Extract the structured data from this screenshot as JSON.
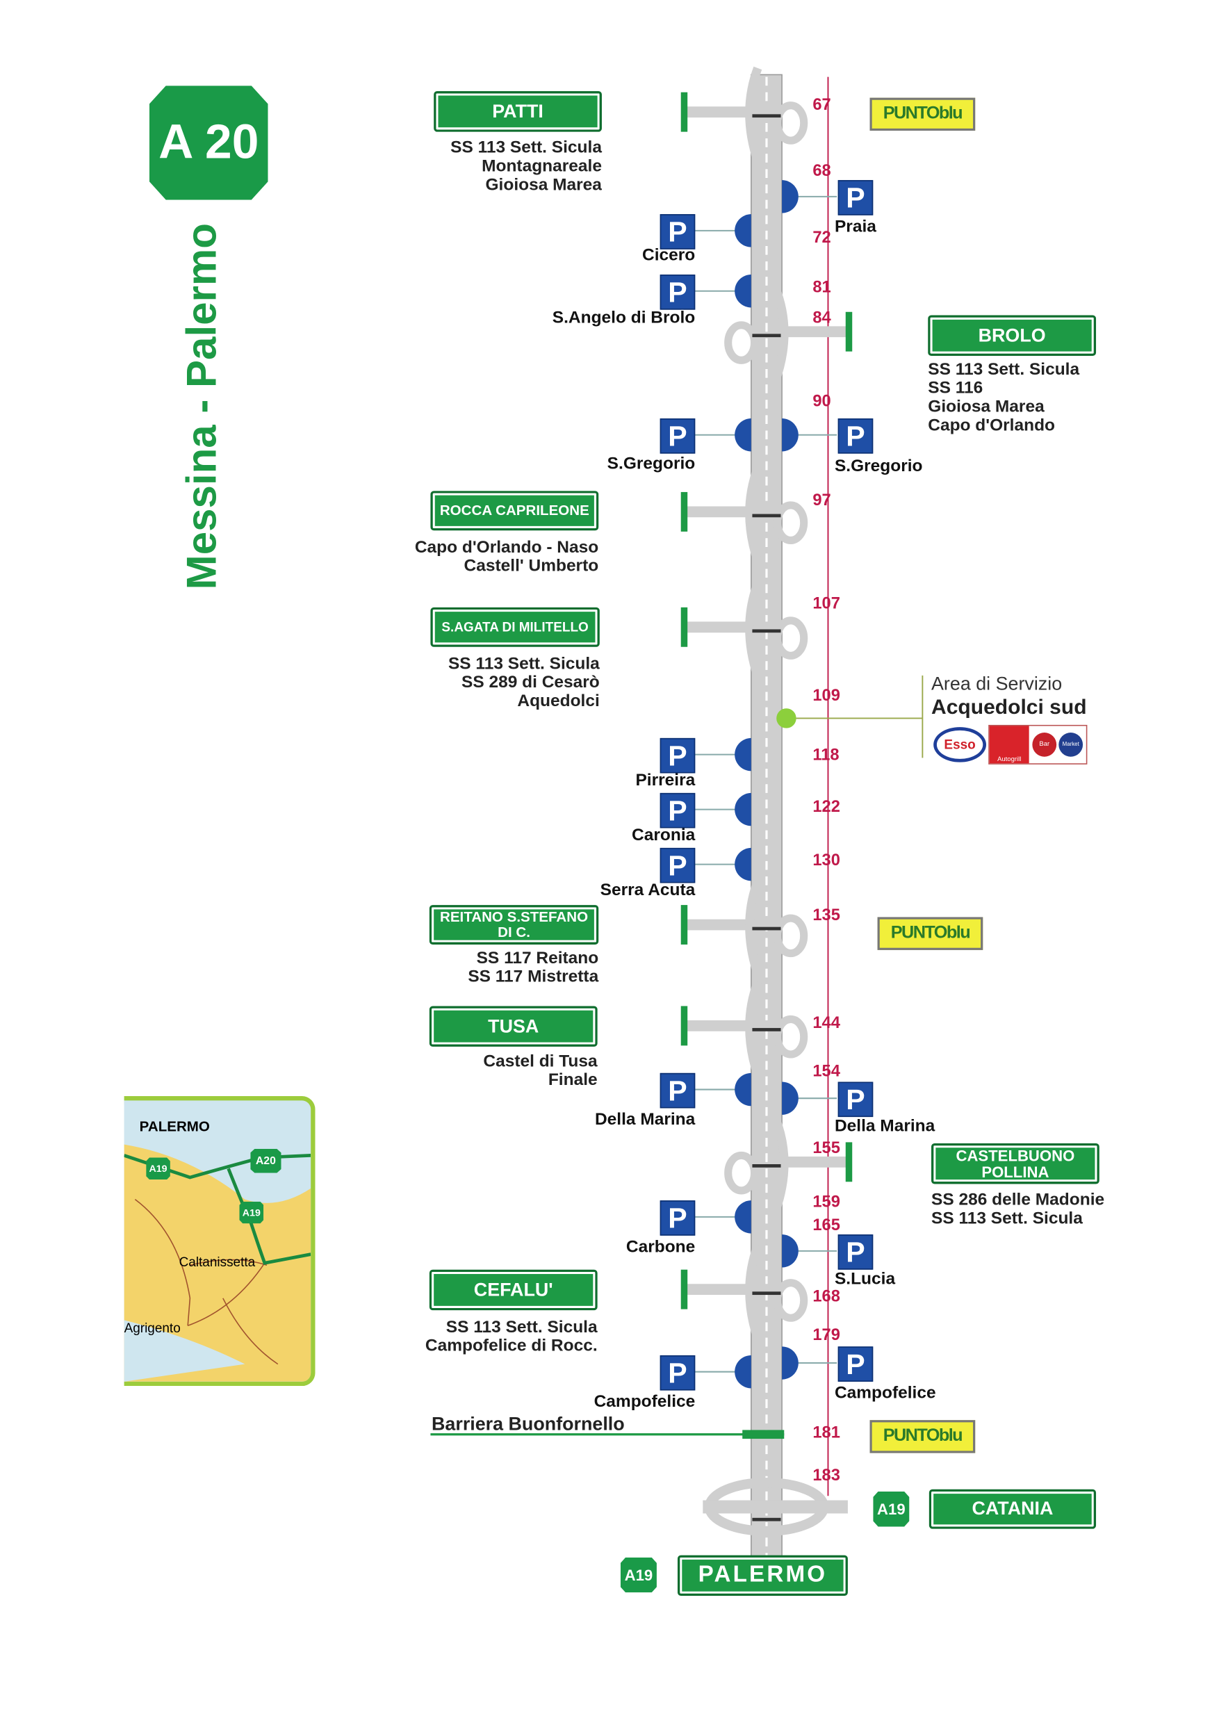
{
  "route": {
    "shield": "A 20",
    "title": "Messina - Palermo"
  },
  "km_markers": [
    "67",
    "68",
    "72",
    "81",
    "84",
    "90",
    "97",
    "107",
    "109",
    "118",
    "122",
    "130",
    "135",
    "144",
    "154",
    "155",
    "159",
    "165",
    "168",
    "179",
    "181",
    "183"
  ],
  "exits": [
    {
      "name": "PATTI",
      "destinations": [
        "SS 113 Sett. Sicula",
        "Montagnareale",
        "Gioiosa Marea"
      ]
    },
    {
      "name": "BROLO",
      "destinations": [
        "SS 113 Sett. Sicula",
        "SS 116",
        "Gioiosa Marea",
        "Capo d'Orlando"
      ]
    },
    {
      "name": "ROCCA CAPRILEONE",
      "destinations": [
        "Capo d'Orlando - Naso",
        "Castell' Umberto"
      ]
    },
    {
      "name": "S.AGATA DI MILITELLO",
      "destinations": [
        "SS 113 Sett. Sicula",
        "SS 289 di Cesarò",
        "Aquedolci"
      ]
    },
    {
      "name": "REITANO S.STEFANO DI C.",
      "destinations": [
        "SS 117 Reitano",
        "SS 117 Mistretta"
      ]
    },
    {
      "name": "TUSA",
      "destinations": [
        "Castel di Tusa",
        "Finale"
      ]
    },
    {
      "name": "CASTELBUONO POLLINA",
      "destinations": [
        "SS 286 delle Madonie",
        "SS 113 Sett. Sicula"
      ]
    },
    {
      "name": "CEFALU'",
      "destinations": [
        "SS 113 Sett. Sicula",
        "Campofelice di Rocc."
      ]
    }
  ],
  "parking_icon": "P",
  "parking_areas": [
    "Praia",
    "Cicero",
    "S.Angelo di Brolo",
    "S.Gregorio",
    "S.Gregorio",
    "Pirreira",
    "Caronia",
    "Serra Acuta",
    "Della Marina",
    "Della Marina",
    "Carbone",
    "S.Lucia",
    "Campofelice",
    "Campofelice"
  ],
  "puntoblu": [
    "PUNTOblu",
    "PUNTOblu",
    "PUNTOblu"
  ],
  "service_area": {
    "label": "Area di Servizio",
    "name": "Acquedolci sud",
    "brands": [
      "Esso",
      "Autogrill",
      "Bar",
      "Market"
    ]
  },
  "toll_barrier": "Barriera Buonfornello",
  "terminals": [
    {
      "shield": "A19",
      "name": "CATANIA"
    },
    {
      "shield": "A19",
      "name": "PALERMO"
    }
  ],
  "inset_map": {
    "cities": [
      "PALERMO",
      "Caltanissetta",
      "Agrigento"
    ],
    "shields": [
      "A19",
      "A20",
      "A19"
    ]
  },
  "colors": {
    "green": "#1d9a45",
    "km_red": "#c0194a",
    "parking_blue": "#1f4fa6",
    "road_grey": "#c9c9c9"
  }
}
